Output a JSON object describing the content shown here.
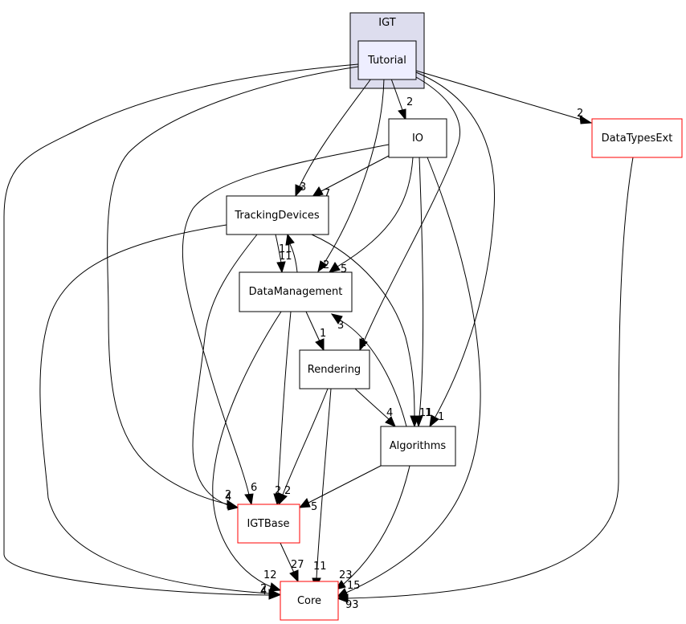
{
  "cluster": {
    "label": "IGT"
  },
  "nodes": {
    "tutorial": {
      "label": "Tutorial",
      "fill": "#eeeeff",
      "stroke": "#000000"
    },
    "io": {
      "label": "IO",
      "fill": "#ffffff",
      "stroke": "#000000"
    },
    "datatypesext": {
      "label": "DataTypesExt",
      "fill": "#ffffff",
      "stroke": "#ff0000"
    },
    "trackingdevices": {
      "label": "TrackingDevices",
      "fill": "#ffffff",
      "stroke": "#000000"
    },
    "datamanagement": {
      "label": "DataManagement",
      "fill": "#ffffff",
      "stroke": "#000000"
    },
    "rendering": {
      "label": "Rendering",
      "fill": "#ffffff",
      "stroke": "#000000"
    },
    "algorithms": {
      "label": "Algorithms",
      "fill": "#ffffff",
      "stroke": "#000000"
    },
    "igtbase": {
      "label": "IGTBase",
      "fill": "#ffffff",
      "stroke": "#ff0000"
    },
    "core": {
      "label": "Core",
      "fill": "#ffffff",
      "stroke": "#ff0000"
    }
  },
  "edges": [
    {
      "id": "tutorial-io",
      "from": "Tutorial",
      "to": "IO",
      "label": "2"
    },
    {
      "id": "tutorial-datatypesext",
      "from": "Tutorial",
      "to": "DataTypesExt",
      "label": "2"
    },
    {
      "id": "tutorial-trackingdevices",
      "from": "Tutorial",
      "to": "TrackingDevices",
      "label": "3"
    },
    {
      "id": "tutorial-datamanagement",
      "from": "Tutorial",
      "to": "DataManagement",
      "label": "2"
    },
    {
      "id": "tutorial-rendering",
      "from": "Tutorial",
      "to": "Rendering",
      "label": "1"
    },
    {
      "id": "tutorial-algorithms",
      "from": "Tutorial",
      "to": "Algorithms",
      "label": "1"
    },
    {
      "id": "tutorial-igtbase",
      "from": "Tutorial",
      "to": "IGTBase",
      "label": "2"
    },
    {
      "id": "tutorial-core",
      "from": "Tutorial",
      "to": "Core",
      "label": "2"
    },
    {
      "id": "io-trackingdevices",
      "from": "IO",
      "to": "TrackingDevices",
      "label": "7"
    },
    {
      "id": "io-datamanagement",
      "from": "IO",
      "to": "DataManagement",
      "label": "5"
    },
    {
      "id": "io-algorithms",
      "from": "IO",
      "to": "Algorithms",
      "label": "11"
    },
    {
      "id": "io-igtbase",
      "from": "IO",
      "to": "IGTBase",
      "label": "6"
    },
    {
      "id": "io-core",
      "from": "IO",
      "to": "Core",
      "label": "23"
    },
    {
      "id": "datatypesext-core",
      "from": "DataTypesExt",
      "to": "Core",
      "label": "93"
    },
    {
      "id": "trackingdevices-datamanagement",
      "from": "TrackingDevices",
      "to": "DataManagement",
      "label": "11"
    },
    {
      "id": "trackingdevices-algorithms",
      "from": "TrackingDevices",
      "to": "Algorithms",
      "label": "1"
    },
    {
      "id": "trackingdevices-igtbase",
      "from": "TrackingDevices",
      "to": "IGTBase",
      "label": "4"
    },
    {
      "id": "trackingdevices-core",
      "from": "TrackingDevices",
      "to": "Core",
      "label": "4"
    },
    {
      "id": "datamanagement-trackingdevices",
      "from": "DataManagement",
      "to": "TrackingDevices",
      "label": "11"
    },
    {
      "id": "datamanagement-rendering",
      "from": "DataManagement",
      "to": "Rendering",
      "label": "1"
    },
    {
      "id": "datamanagement-igtbase",
      "from": "DataManagement",
      "to": "IGTBase",
      "label": "2"
    },
    {
      "id": "datamanagement-core",
      "from": "DataManagement",
      "to": "Core",
      "label": "12"
    },
    {
      "id": "rendering-algorithms",
      "from": "Rendering",
      "to": "Algorithms",
      "label": "4"
    },
    {
      "id": "rendering-igtbase",
      "from": "Rendering",
      "to": "IGTBase",
      "label": "2"
    },
    {
      "id": "rendering-core",
      "from": "Rendering",
      "to": "Core",
      "label": "11"
    },
    {
      "id": "algorithms-datamanagement",
      "from": "Algorithms",
      "to": "DataManagement",
      "label": "3"
    },
    {
      "id": "algorithms-igtbase",
      "from": "Algorithms",
      "to": "IGTBase",
      "label": "5"
    },
    {
      "id": "algorithms-core",
      "from": "Algorithms",
      "to": "Core",
      "label": "15"
    },
    {
      "id": "igtbase-core",
      "from": "IGTBase",
      "to": "Core",
      "label": "27"
    }
  ]
}
